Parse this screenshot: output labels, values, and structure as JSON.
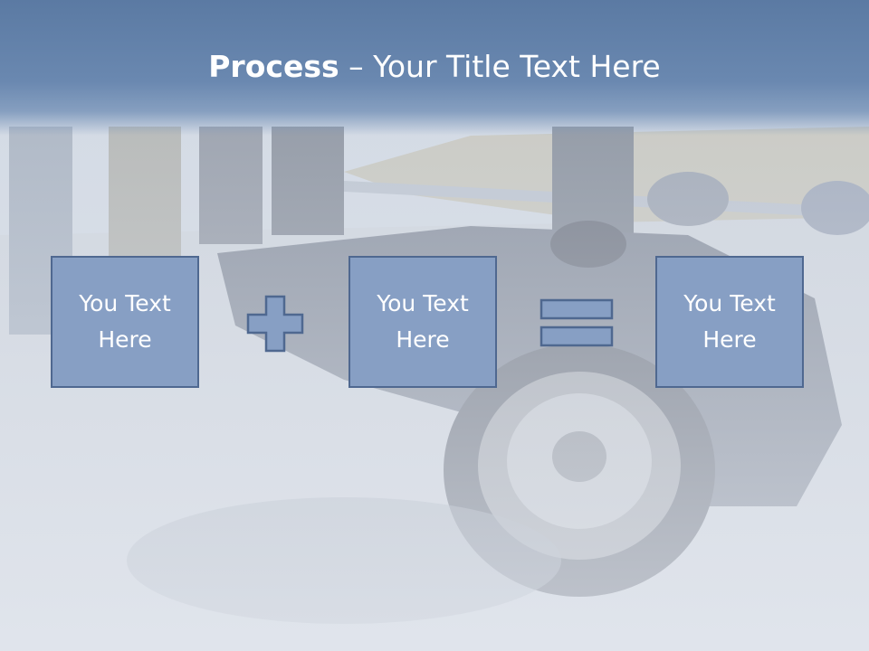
{
  "slide": {
    "title_bold": "Process",
    "title_rest": " – Your Title Text Here",
    "boxes": [
      {
        "text": "You Text Here"
      },
      {
        "text": "You Text Here"
      },
      {
        "text": "You Text Here"
      }
    ],
    "operators": [
      "plus-icon",
      "equals-icon"
    ]
  },
  "colors": {
    "title_bar": "#5b7aa3",
    "box_fill": "#879fc4",
    "box_border": "#4f6890",
    "text": "#ffffff"
  },
  "background_image": "motorcycle-accident-photo"
}
